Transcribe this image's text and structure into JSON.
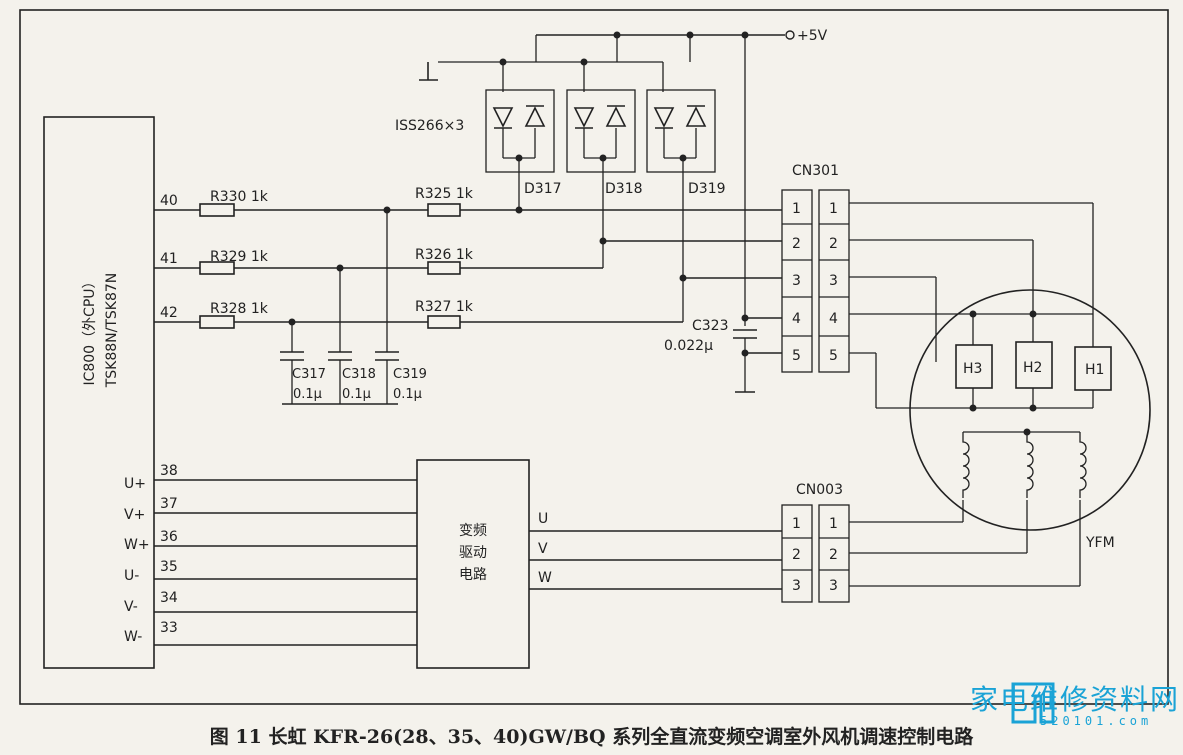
{
  "ic": {
    "label": "IC800（外CPU）",
    "part": "TSK88N/TSK87N"
  },
  "pins": {
    "p40": "40",
    "p41": "41",
    "p42": "42",
    "p38": "38",
    "p37": "37",
    "p36": "36",
    "p35": "35",
    "p34": "34",
    "p33": "33"
  },
  "pin_labels": {
    "u_plus": "U+",
    "v_plus": "V+",
    "w_plus": "W+",
    "u_minus": "U-",
    "v_minus": "V-",
    "w_minus": "W-"
  },
  "resistors": {
    "r330": "R330  1k",
    "r329": "R329  1k",
    "r328": "R328  1k",
    "r325": "R325  1k",
    "r326": "R326  1k",
    "r327": "R327  1k"
  },
  "capacitors": {
    "c317": "C317",
    "c318": "C318",
    "c319": "C319",
    "c317v": "0.1μ",
    "c318v": "0.1μ",
    "c319v": "0.1μ",
    "c323": "C323",
    "c323v": "0.022μ"
  },
  "diodes": {
    "pack": "ISS266×3",
    "d317": "D317",
    "d318": "D318",
    "d319": "D319"
  },
  "supply": "+5V",
  "cn301": {
    "label": "CN301",
    "pins": [
      "1",
      "2",
      "3",
      "4",
      "5"
    ]
  },
  "cn003": {
    "label": "CN003",
    "pins": [
      "1",
      "2",
      "3"
    ]
  },
  "driver": {
    "line1": "变频",
    "line2": "驱动",
    "line3": "电路",
    "u": "U",
    "v": "V",
    "w": "W"
  },
  "motor": {
    "h3": "H3",
    "h2": "H2",
    "h1": "H1",
    "name": "YFM"
  },
  "caption": "图 11  长虹 KFR-26(28、35、40)GW/BQ 系列全直流变频空调室外风机调速控制电路",
  "watermark": {
    "brand": "家电维修资料网",
    "url": "520101.com"
  }
}
